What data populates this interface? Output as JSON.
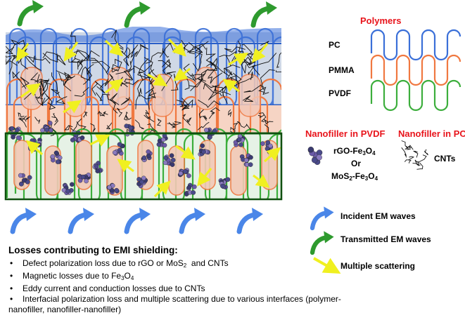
{
  "legend": {
    "polymers_title": "Polymers",
    "polymers": [
      {
        "name": "PC",
        "color": "#3a6fd8"
      },
      {
        "name": "PMMA",
        "color": "#f07840"
      },
      {
        "name": "PVDF",
        "color": "#3cae3c"
      }
    ],
    "nanofiller_pvdf_title": "Nanofiller in PVDF",
    "nanofiller_pc_title": "Nanofiller in PC",
    "filler_pvdf": {
      "line1": "rGO-Fe",
      "line1_sub1": "3",
      "line1_mid": "O",
      "line1_sub2": "4",
      "or": "Or",
      "line3": "MoS",
      "line3_sub1": "2",
      "line3_mid": "-Fe",
      "line3_sub2": "3",
      "line3_end": "O",
      "line3_sub3": "4"
    },
    "filler_pc": "CNTs",
    "waves": [
      {
        "label": "Incident EM waves",
        "color": "#4a86e8"
      },
      {
        "label": "Transmitted EM waves",
        "color": "#2e9a2e"
      },
      {
        "label": "Multiple scattering",
        "color": "#f0f020"
      }
    ]
  },
  "losses": {
    "heading": "Losses contributing to EMI shielding:",
    "items": [
      {
        "pre": "Defect polarization loss due to rGO or MoS",
        "sub": "2",
        "post": "  and CNTs"
      },
      {
        "pre": "Magnetic losses due to Fe",
        "sub": "3",
        "mid": "O",
        "sub2": "4"
      },
      {
        "pre": "Eddy current and conduction losses due to CNTs"
      },
      {
        "pre": "Interfacial polarization loss and multiple scattering due to various interfaces (polymer-"
      },
      {
        "pre": "nanofiller, nanofiller-nanofiller)"
      }
    ]
  }
}
